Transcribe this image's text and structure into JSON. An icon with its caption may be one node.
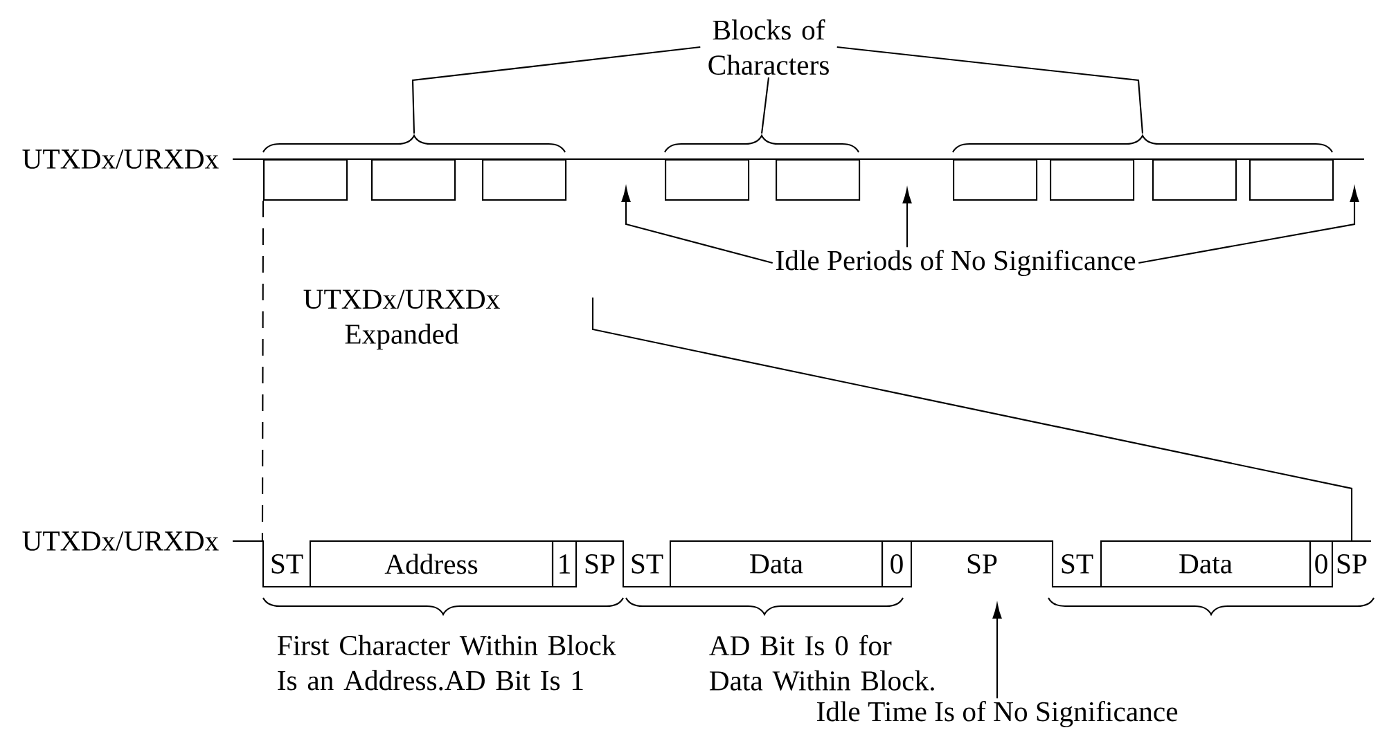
{
  "diagram": {
    "nodes": [
      {
        "text": [
          "Blocks of Characters"
        ]
      },
      {
        "text": [],
        "shape": "brace"
      },
      {
        "text": [],
        "shape": "brace"
      },
      {
        "text": [],
        "shape": "brace"
      },
      {
        "text": [],
        "shape": "box"
      },
      {
        "text": [],
        "shape": "box"
      },
      {
        "text": [],
        "shape": "box"
      },
      {
        "text": [],
        "shape": "box"
      },
      {
        "text": [],
        "shape": "box"
      },
      {
        "text": [],
        "shape": "box"
      },
      {
        "text": [],
        "shape": "box"
      },
      {
        "text": [],
        "shape": "box"
      },
      {
        "text": [],
        "shape": "box"
      },
      {
        "text": [
          "Idle Periods of No Significance"
        ]
      },
      {
        "text": [
          "ST"
        ]
      },
      {
        "text": [
          "Address"
        ]
      },
      {
        "text": [
          "1"
        ]
      },
      {
        "text": [
          "SP"
        ]
      },
      {
        "text": [
          "ST"
        ]
      },
      {
        "text": [
          "Data"
        ]
      },
      {
        "text": [
          "0"
        ]
      },
      {
        "text": [
          "SP"
        ]
      },
      {
        "text": [
          "ST"
        ]
      },
      {
        "text": [
          "Data"
        ]
      },
      {
        "text": [
          "0"
        ]
      },
      {
        "text": [
          "SP"
        ]
      },
      {
        "text": [],
        "shape": "brace"
      },
      {
        "text": [],
        "shape": "brace"
      },
      {
        "text": [],
        "shape": "brace"
      },
      {
        "text": [
          "Idle Time Is of No Significance"
        ]
      }
    ],
    "edges": [
      {
        "from": 0,
        "to": 1,
        "arrow": "none"
      },
      {
        "from": 0,
        "to": 2,
        "arrow": "none"
      },
      {
        "from": 0,
        "to": 3,
        "arrow": "none"
      },
      {
        "from": 13,
        "to": null,
        "arrow": "to"
      },
      {
        "from": 13,
        "to": null,
        "arrow": "to"
      },
      {
        "from": 13,
        "to": null,
        "arrow": "to"
      },
      {
        "from": 4,
        "to": 14,
        "arrow": "none",
        "style": "dashed"
      },
      {
        "from": null,
        "to": 25,
        "arrow": "none"
      },
      {
        "from": 29,
        "to": null,
        "arrow": "to"
      }
    ],
    "labels": [
      "UTXDx/URXDx",
      "UTXDx/URXDx Expanded",
      "UTXDx/URXDx",
      "First Character Within Block Is an Address.AD Bit Is 1",
      "AD Bit Is 0 for Data Within Block."
    ]
  }
}
